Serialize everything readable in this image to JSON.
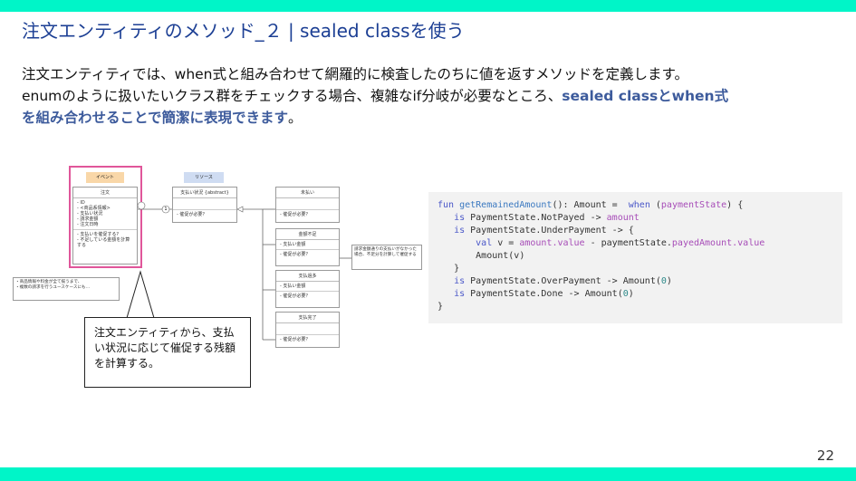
{
  "title": "注文エンティティのメソッド_２ | sealed classを使う",
  "body": {
    "line1": "注文エンティティでは、when式と組み合わせて網羅的に検査したのちに値を返すメソッドを定義します。",
    "line2_plain": "enumのように扱いたいクラス群をチェックする場合、複雑なif分岐が必要なところ、",
    "line2_emph": "sealed classとwhen式",
    "line3_emph": "を組み合わせることで簡潔に表現できます",
    "line3_tail": "。"
  },
  "diagram": {
    "event_tag": "イベント",
    "resource_tag": "リソース",
    "order_box": {
      "header": "注文",
      "fields": [
        "ID",
        "<商品系情報>",
        "支払い状況",
        "請求金額",
        "注文日時"
      ],
      "methods": [
        "支払いを催促する?",
        "不足している金額を計算する"
      ]
    },
    "payment_box": {
      "header": "支払い状況 {abstract}",
      "method": "催促が必要？"
    },
    "multiplicity": "1",
    "notpaid_box": {
      "header": "未払い",
      "method": "催促が必要？"
    },
    "under_box": {
      "header": "金額不足",
      "field": "支払い金額",
      "method": "催促が必要？"
    },
    "over_box": {
      "header": "支払過多",
      "field": "支払い金額",
      "method": "催促が必要？"
    },
    "done_box": {
      "header": "支払完了",
      "method": "催促が必要？"
    },
    "left_note": "・商品情報や料金が全て揃うまで、\n・複数の請求を行うユースケースにも…",
    "right_note": "請求金額通りの支払いがなかった場合、不足分を計算して催促する"
  },
  "callout": "注文エンティティから、支払い状況に応じて催促する残額を計算する。",
  "code": {
    "l1_fun": "fun",
    "l1_name": "getRemainedAmount",
    "l1_rest": "(): Amount = ",
    "l1_when": "when",
    "l1_arg": "paymentState",
    "l1_end": ") {",
    "l2": "PaymentState.NotPayed -> ",
    "l2_val": "amount",
    "l3": "PaymentState.UnderPayment -> {",
    "l4_val": "val",
    "l4_rest": " v = ",
    "l4_amount": "amount",
    "l4_value1": ".value",
    "l4_minus": " - paymentState.",
    "l4_payed": "payedAmount",
    "l4_value2": ".value",
    "l5": "Amount(v)",
    "l6": "}",
    "l7": "PaymentState.OverPayment -> Amount(",
    "l7_num": "0",
    "l8": "PaymentState.Done -> Amount(",
    "l8_num": "0",
    "l9": "}",
    "is": "is"
  },
  "page_number": "22",
  "colors": {
    "accent": "#00f5c8",
    "title": "#1c3f94",
    "emphasis": "#3d5b9c"
  }
}
